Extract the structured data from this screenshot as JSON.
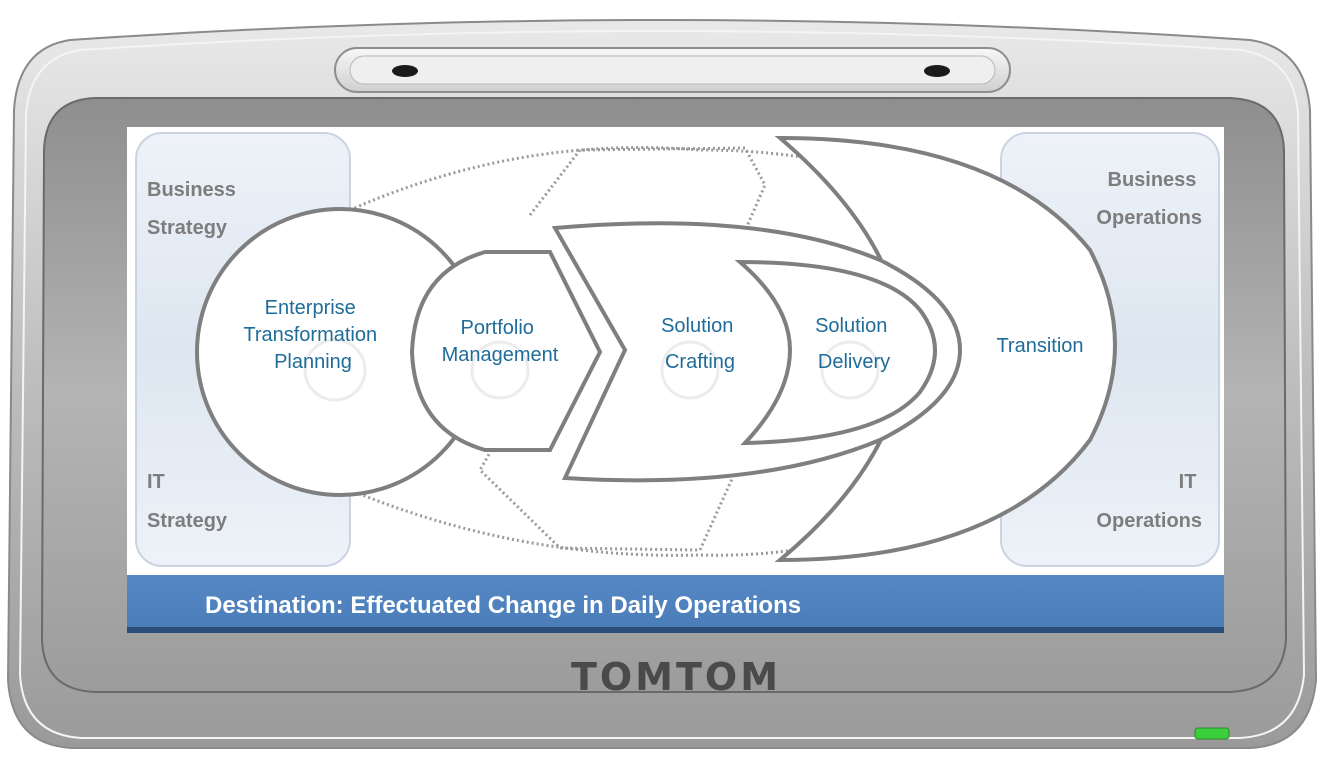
{
  "device": {
    "brand": "TOMTOM",
    "led_color": "#3ccf3c"
  },
  "diagram": {
    "left_panel": {
      "top_label": [
        "Business",
        "Strategy"
      ],
      "bottom_label": [
        "IT",
        "Strategy"
      ]
    },
    "right_panel": {
      "top_label": [
        "Business",
        "Operations"
      ],
      "bottom_label": [
        "IT",
        "Operations"
      ]
    },
    "stages": [
      {
        "id": "etp",
        "lines": [
          "Enterprise",
          "Transformation",
          "Planning"
        ]
      },
      {
        "id": "pm",
        "lines": [
          "Portfolio",
          "Management"
        ]
      },
      {
        "id": "sc",
        "lines": [
          "Solution",
          "Crafting"
        ]
      },
      {
        "id": "sd",
        "lines": [
          "Solution",
          "Delivery"
        ]
      },
      {
        "id": "tr",
        "lines": [
          "Transition"
        ]
      }
    ],
    "banner": "Destination: Effectuated Change in Daily Operations"
  },
  "colors": {
    "stage_text": "#1f6c9a",
    "side_text": "#7d7d7d",
    "banner_bg": "#4f81bd",
    "shape_stroke": "#7f7f7f"
  }
}
